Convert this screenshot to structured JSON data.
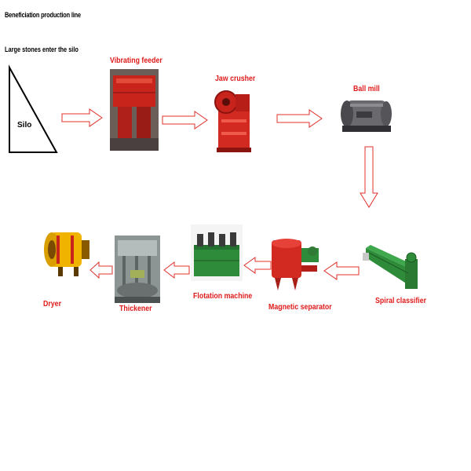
{
  "title": "Beneficiation production line",
  "subtitle": "Large stones enter the silo",
  "steps": {
    "silo": "Silo",
    "vibrating_feeder": "Vibrating feeder",
    "jaw_crusher": "Jaw crusher",
    "ball_mill": "Ball mill",
    "spiral_classifier": "Spiral classifier",
    "magnetic_separator": "Magnetic separator",
    "flotation_machine": "Flotation machine",
    "thickener": "Thickener",
    "dryer": "Dryer"
  },
  "colors": {
    "label": "#e01a1a",
    "arrow_stroke": "#e0302a",
    "machine_red": "#c8241c",
    "machine_green": "#2e8b3a",
    "machine_yellow": "#f0b400"
  }
}
